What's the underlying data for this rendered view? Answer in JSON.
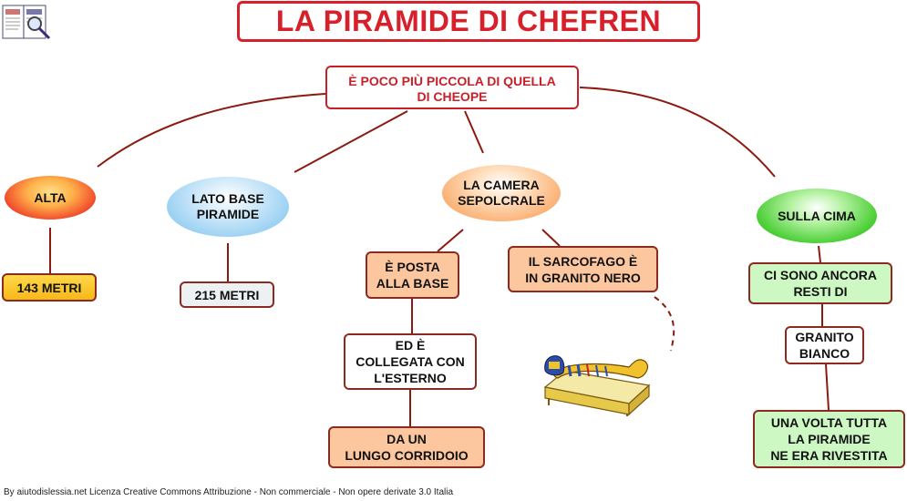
{
  "title": "LA PIRAMIDE DI CHEFREN",
  "root": {
    "line1": "È POCO PIÙ PICCOLA DI QUELLA",
    "line2": "DI CHEOPE"
  },
  "nodes": {
    "alta": "ALTA",
    "lato_base": {
      "line1": "LATO BASE",
      "line2": "PIRAMIDE"
    },
    "camera": {
      "line1": "LA CAMERA",
      "line2": "SEPOLCRALE"
    },
    "cima": "SULLA CIMA",
    "metri_143": "143 METRI",
    "metri_215": "215 METRI",
    "posta": {
      "line1": "È POSTA",
      "line2": "ALLA BASE"
    },
    "sarcofago": {
      "line1": "IL SARCOFAGO È",
      "line2": "IN GRANITO NERO"
    },
    "collegata": {
      "line1": "ED È",
      "line2": "COLLEGATA CON",
      "line3": "L'ESTERNO"
    },
    "corridoio": {
      "line1": "DA UN",
      "line2": "LUNGO CORRIDOIO"
    },
    "resti": {
      "line1": "CI SONO ANCORA",
      "line2": "RESTI DI"
    },
    "granito": {
      "line1": "GRANITO",
      "line2": "BIANCO"
    },
    "rivestita": {
      "line1": "UNA VOLTA TUTTA",
      "line2": "LA PIRAMIDE",
      "line3": "NE ERA RIVESTITA"
    }
  },
  "footer": "By aiutodislessia.net Licenza Creative Commons Attribuzione - Non commerciale - Non opere derivate 3.0 Italia",
  "colors": {
    "title": "#d8202b",
    "connector": "#8b1a10",
    "box_border": "#8b2a1e"
  },
  "icons": [
    "book-magnifier-icon",
    "sarcophagus-illustration"
  ]
}
